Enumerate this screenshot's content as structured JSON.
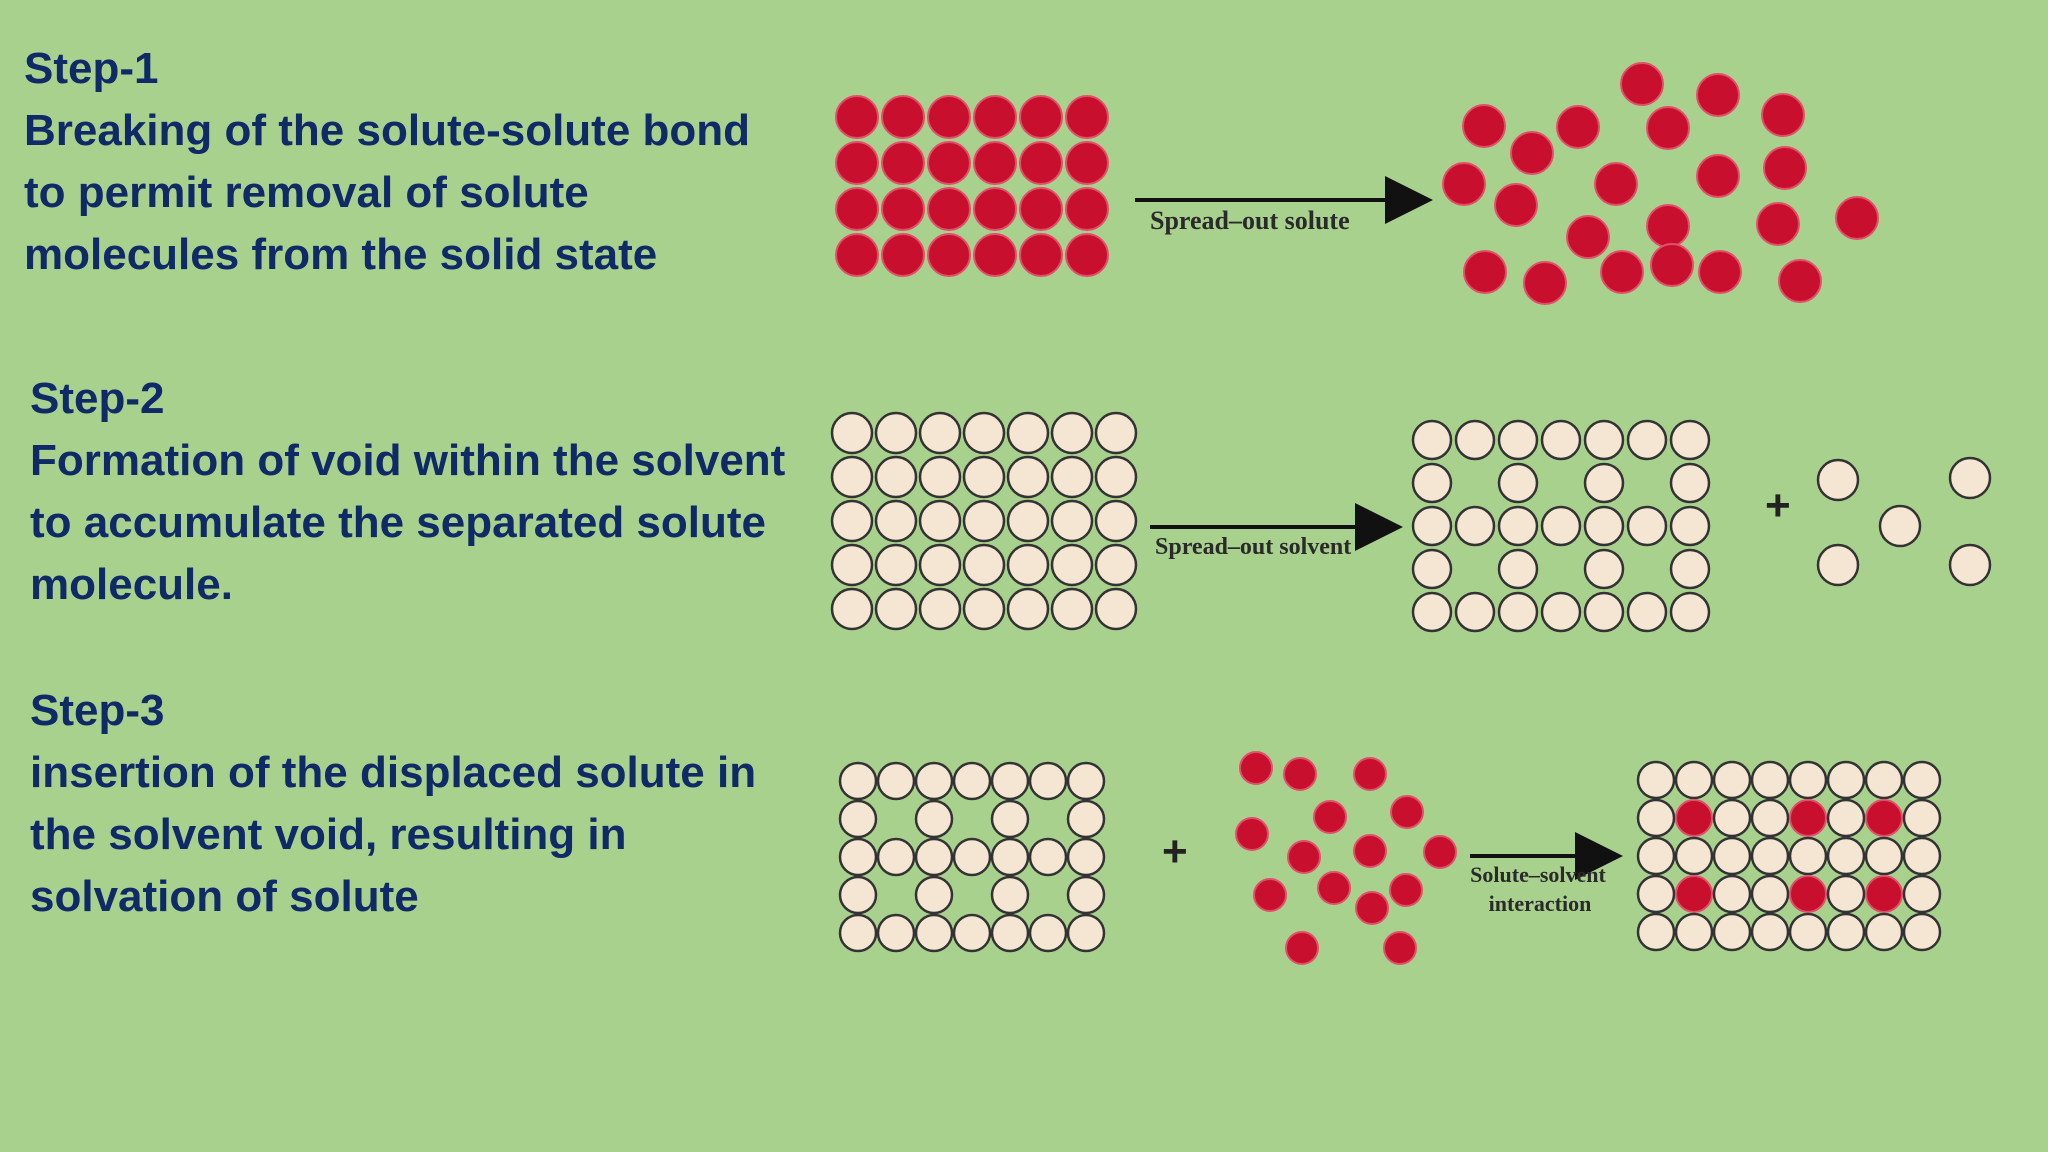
{
  "steps": [
    {
      "heading": "Step-1",
      "body": "Breaking of the solute-solute bond to permit removal of solute molecules from the solid state",
      "arrow_label": "Spread–out solute"
    },
    {
      "heading": "Step-2",
      "body": "Formation of void within the solvent to accumulate the separated solute molecule.",
      "arrow_label": "Spread–out solvent",
      "plus": "+"
    },
    {
      "heading": "Step-3",
      "body": "insertion of the displaced solute in the solvent void, resulting in solvation of solute",
      "arrow_label_line1": "Solute–solvent",
      "arrow_label_line2": "interaction",
      "plus": "+"
    }
  ],
  "colors": {
    "background": "#a9d18e",
    "text": "#0f2a66",
    "solute": "#c8102e",
    "solvent_fill": "#f5e6d3",
    "solvent_stroke": "#333333"
  }
}
